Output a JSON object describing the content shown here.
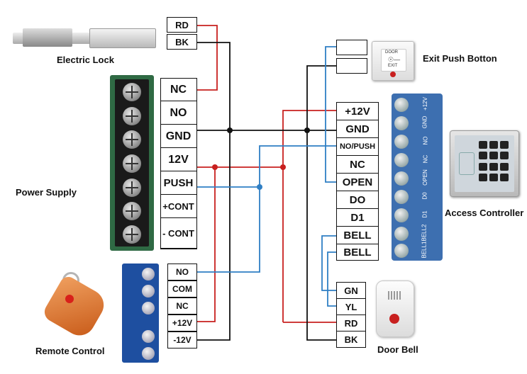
{
  "lock": {
    "rd": "RD",
    "bk": "BK",
    "caption": "Electric Lock"
  },
  "power_supply": {
    "caption": "Power Supply",
    "terminals": [
      "NC",
      "NO",
      "GND",
      "12V",
      "PUSH",
      "+CONT",
      "- CONT"
    ]
  },
  "exit_button": {
    "caption": "Exit Push Botton",
    "face_top": "DOOR",
    "face_bottom": "EXIT"
  },
  "access_controller": {
    "caption": "Access Controller",
    "terminals": [
      "+12V",
      "GND",
      "NO/PUSH",
      "NC",
      "OPEN",
      "DO",
      "D1",
      "BELL",
      "BELL"
    ],
    "strip_labels": [
      "+12V",
      "GND",
      "NO",
      "NC",
      "OPEN",
      "D0",
      "D1",
      "BELL2",
      "BELL1"
    ]
  },
  "remote": {
    "caption": "Remote Control",
    "terminals": [
      "NO",
      "COM",
      "NC",
      "+12V",
      "-12V"
    ]
  },
  "door_bell": {
    "caption": "Door Bell",
    "terminals": [
      "GN",
      "YL",
      "RD",
      "BK"
    ]
  },
  "colors": {
    "red": "#c8201f",
    "blue": "#2f7fc4",
    "black": "#111111"
  }
}
